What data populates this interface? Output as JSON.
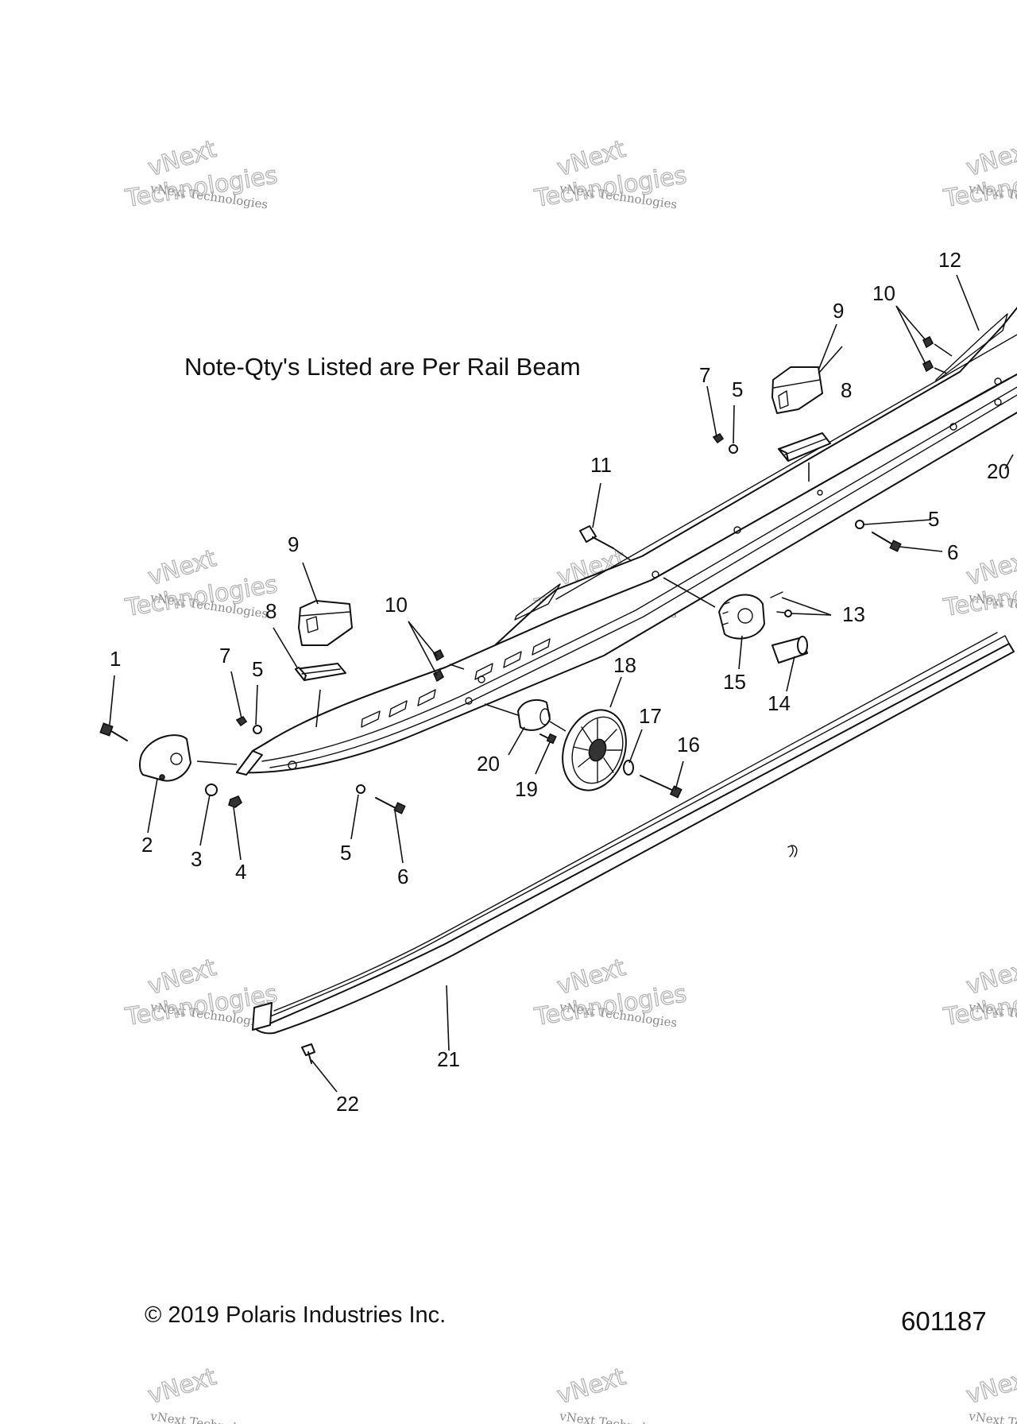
{
  "note": "Note-Qty's Listed are Per Rail Beam",
  "copyright": "© 2019 Polaris Industries Inc.",
  "figure_number": "601187",
  "watermark": {
    "line1": "vNext Technologies",
    "line2": "Technologies",
    "line3": "vNext"
  },
  "callouts": {
    "c1": "1",
    "c2": "2",
    "c3": "3",
    "c4": "4",
    "c5a": "5",
    "c5b": "5",
    "c5c": "5",
    "c5d": "5",
    "c6a": "6",
    "c6b": "6",
    "c7a": "7",
    "c7b": "7",
    "c8a": "8",
    "c8b": "8",
    "c9a": "9",
    "c9b": "9",
    "c10a": "10",
    "c10b": "10",
    "c11": "11",
    "c12": "12",
    "c13": "13",
    "c14": "14",
    "c15": "15",
    "c16": "16",
    "c17": "17",
    "c18": "18",
    "c19": "19",
    "c20a": "20",
    "c20b": "20",
    "c21": "21",
    "c22": "22"
  }
}
